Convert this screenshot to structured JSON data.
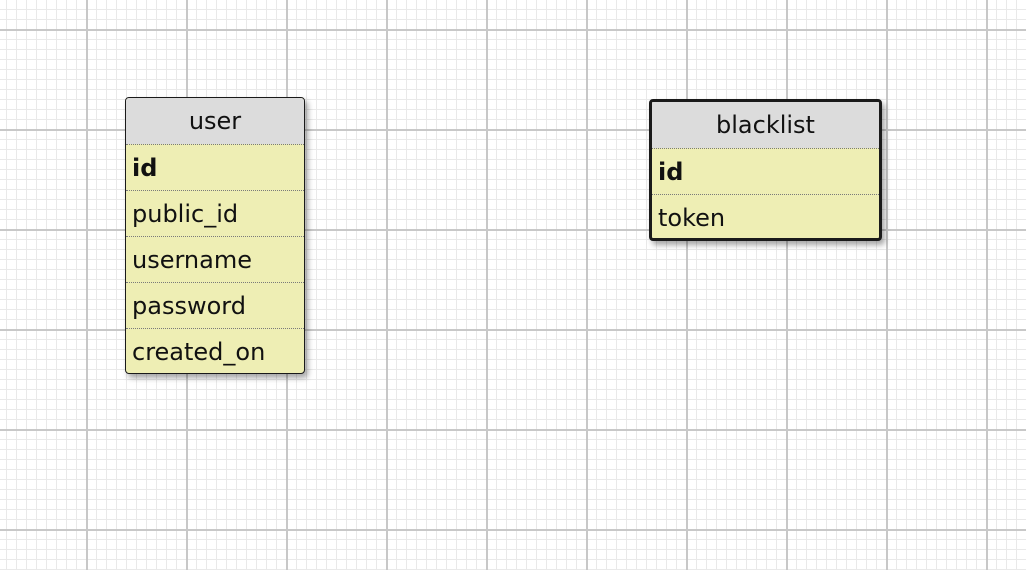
{
  "colors": {
    "header_bg": "#dcdcdc",
    "body_bg": "#eeeeb4",
    "border": "#1a1a1a",
    "grid_major": "#c8c8c8",
    "grid_minor": "#e9e9e9"
  },
  "tables": {
    "user": {
      "name": "user",
      "fields": [
        "id",
        "public_id",
        "username",
        "password",
        "created_on"
      ]
    },
    "blacklist": {
      "name": "blacklist",
      "fields": [
        "id",
        "token"
      ]
    }
  }
}
